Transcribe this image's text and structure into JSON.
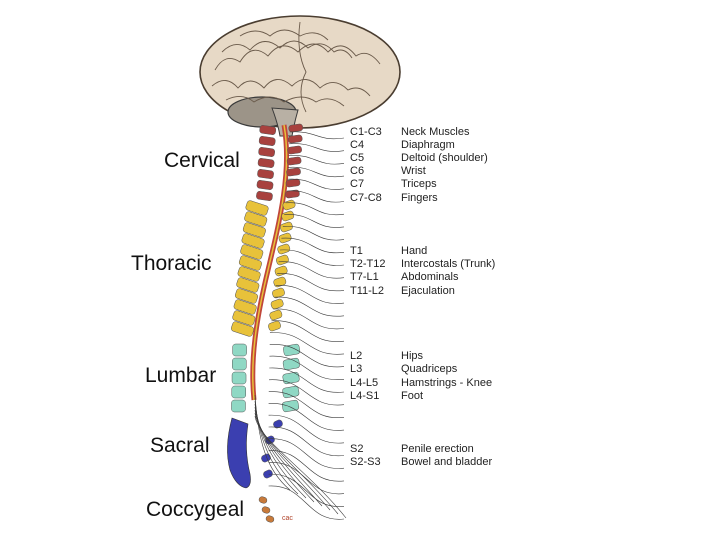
{
  "regions": [
    {
      "name": "Cervical"
    },
    {
      "name": "Thoracic"
    },
    {
      "name": "Lumbar"
    },
    {
      "name": "Sacral"
    },
    {
      "name": "Coccygeal"
    }
  ],
  "legend_groups": [
    {
      "rows": [
        {
          "code": "C1-C3",
          "function": "Neck Muscles"
        },
        {
          "code": "C4",
          "function": "Diaphragm"
        },
        {
          "code": "C5",
          "function": "Deltoid (shoulder)"
        },
        {
          "code": "C6",
          "function": "Wrist"
        },
        {
          "code": "C7",
          "function": "Triceps"
        },
        {
          "code": "C7-C8",
          "function": "Fingers"
        }
      ]
    },
    {
      "rows": [
        {
          "code": "T1",
          "function": "Hand"
        },
        {
          "code": "T2-T12",
          "function": "Intercostals (Trunk)"
        },
        {
          "code": "T7-L1",
          "function": "Abdominals"
        },
        {
          "code": "T11-L2",
          "function": "Ejaculation"
        }
      ]
    },
    {
      "rows": [
        {
          "code": "L2",
          "function": "Hips"
        },
        {
          "code": "L3",
          "function": "Quadriceps"
        },
        {
          "code": "L4-L5",
          "function": "Hamstrings - Knee"
        },
        {
          "code": "L4-S1",
          "function": "Foot"
        }
      ]
    },
    {
      "rows": [
        {
          "code": "S2",
          "function": "Penile erection"
        },
        {
          "code": "S2-S3",
          "function": "Bowel and bladder"
        }
      ]
    }
  ],
  "signature": "cac",
  "colors": {
    "cervical": "#a8413e",
    "thoracic": "#e8c23a",
    "lumbar": "#8fd8c4",
    "sacral": "#3b3fb0",
    "coccygeal": "#c87a3a",
    "spinal_cord": "#c0463a",
    "brain": "#e7d9c6",
    "brain_lines": "#6a5a4a",
    "nerves": "#3a3a3a"
  }
}
